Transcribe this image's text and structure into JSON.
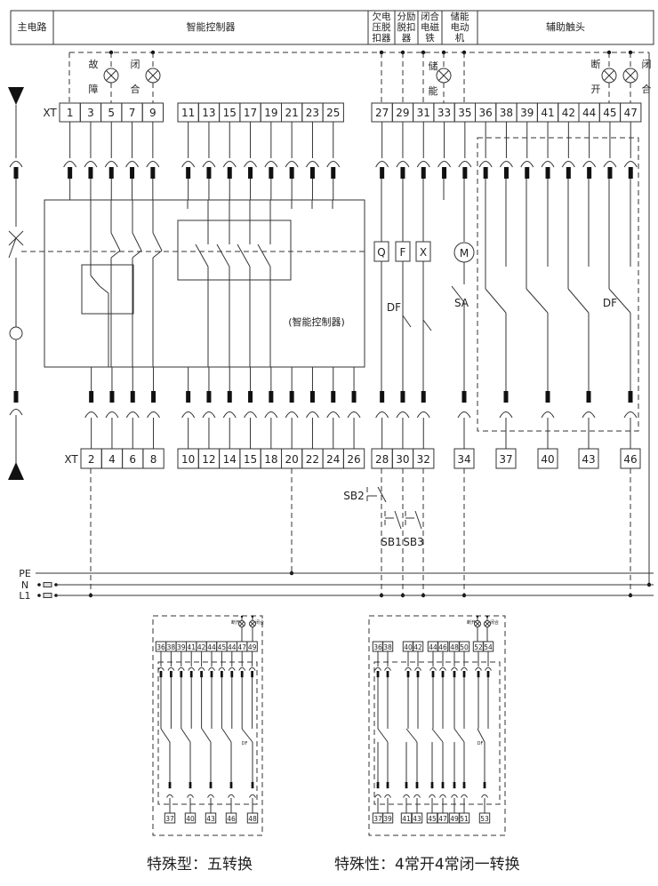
{
  "header": [
    "主电路",
    "智能控制器",
    "欠电压脱扣器",
    "分励脱扣器",
    "闭合电磁铁",
    "储能电动机",
    "辅助触头"
  ],
  "header_lines": [
    [
      "主电路"
    ],
    [
      "智能控制器"
    ],
    [
      "欠电",
      "压脱",
      "扣器"
    ],
    [
      "分励",
      "脱扣",
      "器"
    ],
    [
      "闭合",
      "电磁",
      "铁"
    ],
    [
      "储能",
      "电动",
      "机"
    ],
    [
      "辅助触头"
    ]
  ],
  "xt_label": "XT",
  "terminals_top": [
    "1",
    "3",
    "5",
    "7",
    "9",
    "11",
    "13",
    "15",
    "17",
    "19",
    "21",
    "23",
    "25",
    "27",
    "29",
    "31",
    "33",
    "35",
    "36",
    "38",
    "39",
    "41",
    "42",
    "44",
    "45",
    "47"
  ],
  "terminals_bottom": [
    "2",
    "4",
    "6",
    "8",
    "10",
    "12",
    "14",
    "15",
    "18",
    "20",
    "22",
    "24",
    "26",
    "28",
    "30",
    "32",
    "34",
    "37",
    "40",
    "43",
    "46"
  ],
  "lamps": [
    [
      "故",
      "障"
    ],
    [
      "闭",
      "合"
    ],
    [
      "储",
      "能"
    ],
    [
      "断",
      "开"
    ],
    [
      "闭",
      "合"
    ]
  ],
  "components": {
    "Q": "Q",
    "F": "F",
    "X": "X",
    "M": "M",
    "df1": "DF",
    "sa": "SA",
    "df2": "DF",
    "controller": "(智能控制器)"
  },
  "buttons": {
    "sb2": "SB2",
    "sb1": "SB1",
    "sb3": "SB3"
  },
  "bus": {
    "pe": "PE",
    "n": "N",
    "l1": "L1"
  },
  "small_left": {
    "top": [
      "36",
      "38",
      "39",
      "41",
      "42",
      "44",
      "45",
      "44",
      "47",
      "49"
    ],
    "bottom": [
      "37",
      "40",
      "43",
      "46",
      "48"
    ],
    "lamps": [
      "断开",
      "闭合"
    ],
    "df": "DF"
  },
  "small_right": {
    "top": [
      "36",
      "38",
      "40",
      "42",
      "44",
      "46",
      "48",
      "50",
      "52",
      "54"
    ],
    "bottom": [
      "37",
      "39",
      "41",
      "43",
      "45",
      "47",
      "49",
      "51",
      "53"
    ],
    "lamps": [
      "断开",
      "闭合"
    ],
    "df": "DF"
  },
  "captions": [
    "特殊型：五转换",
    "特殊性：4常开4常闭一转换"
  ]
}
